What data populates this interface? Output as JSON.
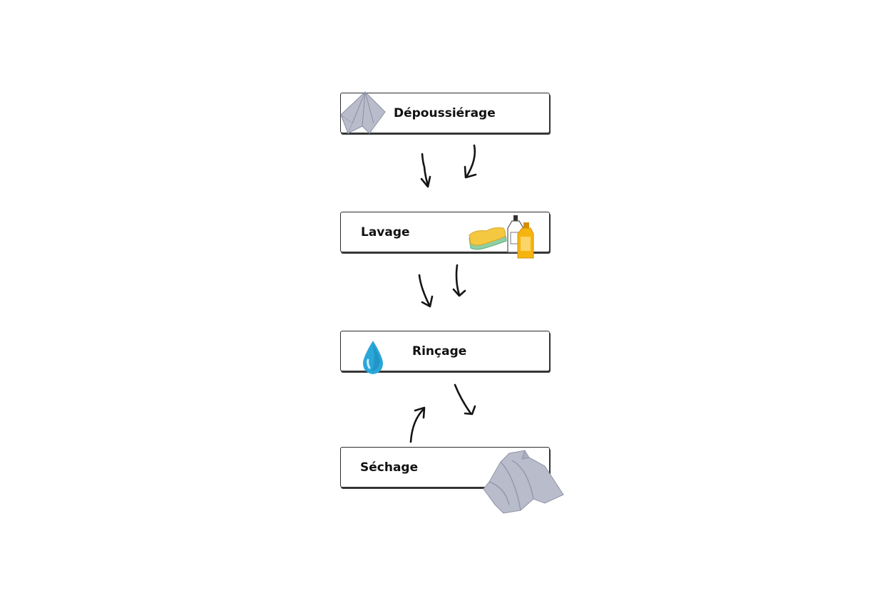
{
  "steps": [
    {
      "label": "Dépoussiérage",
      "icon": "dust-cloth-icon"
    },
    {
      "label": "Lavage",
      "icon": "sponge-and-bottles-icon"
    },
    {
      "label": "Rinçage",
      "icon": "water-drop-icon"
    },
    {
      "label": "Séchage",
      "icon": "drying-cloth-icon"
    }
  ],
  "colors": {
    "border": "#2b2b2b",
    "text": "#111111",
    "arrow": "#151515",
    "cloth": "#b9bccb",
    "sponge_yellow": "#f5c842",
    "sponge_green": "#8ecfa5",
    "bottle_amber": "#f6b40e",
    "water_blue": "#29a7d8"
  }
}
